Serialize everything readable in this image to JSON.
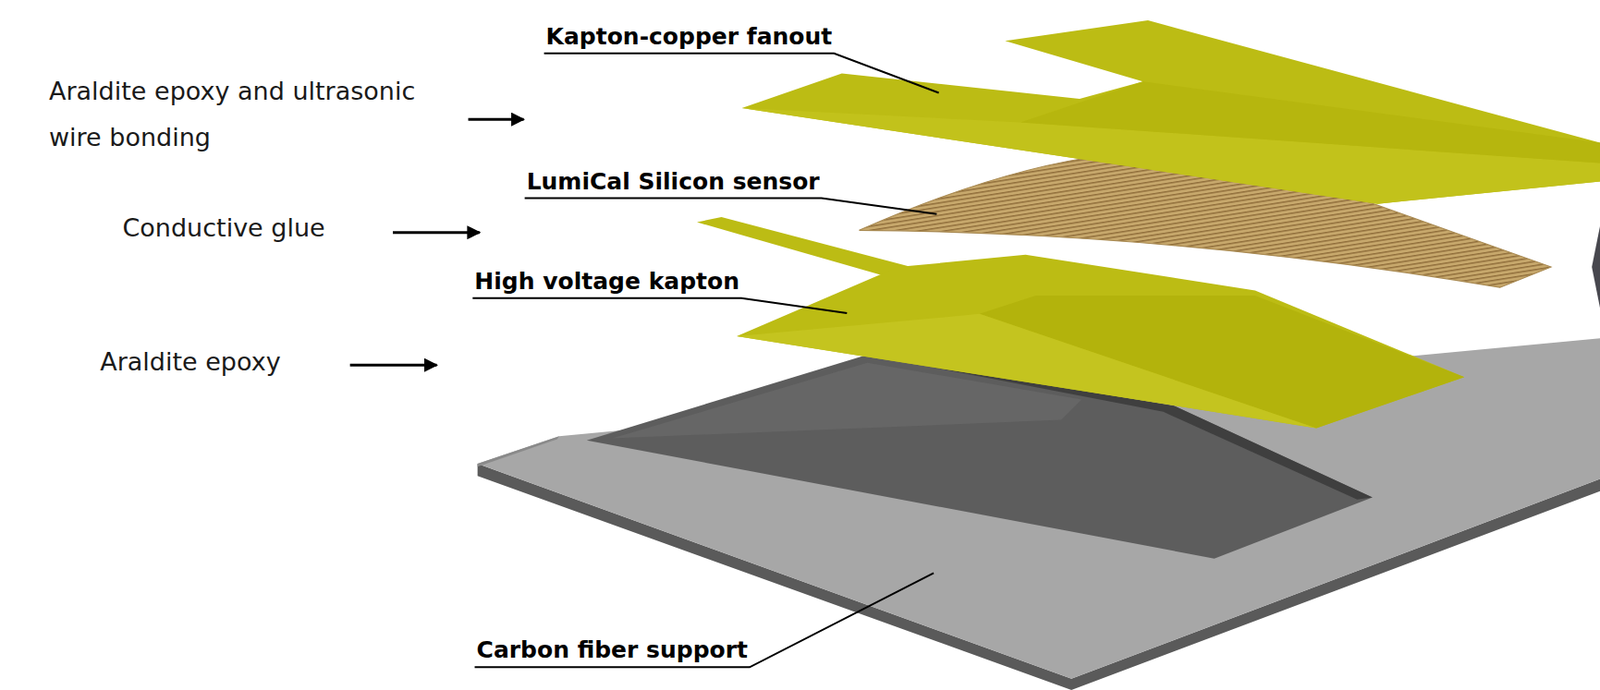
{
  "diagram": {
    "labels": [
      "Kapton-copper fanout",
      "Araldite epoxy and ultrasonic wire bonding",
      "LumiCal Silicon sensor",
      "Conductive glue",
      "High voltage kapton",
      "Araldite epoxy",
      "Carbon fiber support"
    ]
  }
}
